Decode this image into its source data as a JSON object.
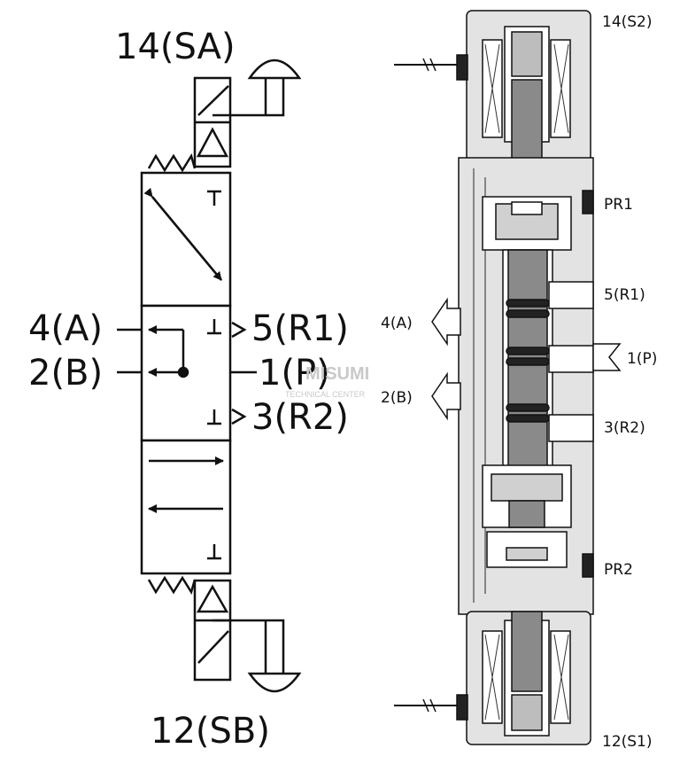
{
  "symbol": {
    "labels": {
      "top_solenoid": "14(SA)",
      "port_4": "4(A)",
      "port_2": "2(B)",
      "port_5": "5(R1)",
      "port_1": "1(P)",
      "port_3": "3(R2)",
      "bottom_solenoid": "12(SB)"
    }
  },
  "section": {
    "labels": {
      "top_coil": "14(S2)",
      "pr1": "PR1",
      "port_5": "5(R1)",
      "port_4": "4(A)",
      "port_1": "1(P)",
      "port_2": "2(B)",
      "port_3": "3(R2)",
      "pr2": "PR2",
      "bottom_coil": "12(S1)"
    }
  },
  "watermark": {
    "brand": "MISUMI",
    "sub": "TECHNICAL CENTER"
  },
  "colors": {
    "line": "#111111",
    "body": "#e3e3e3",
    "spool": "#8a8a8a",
    "seal": "#222222"
  }
}
